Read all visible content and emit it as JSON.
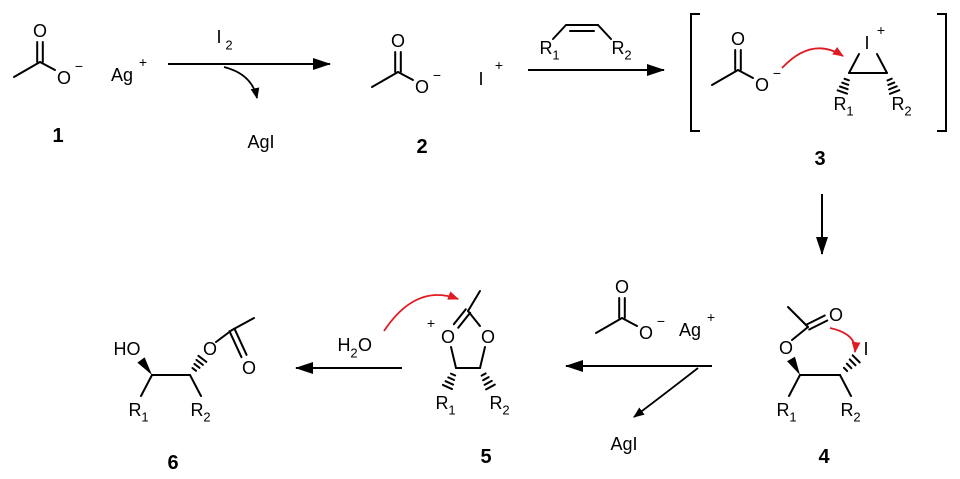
{
  "colors": {
    "bond": "#000000",
    "curved_arrow": "#e01b24"
  },
  "s1": {
    "carbonyl_o": "O",
    "ester_o": "O",
    "charge": "−",
    "cation": "Ag",
    "cation_charge": "+",
    "number": "1"
  },
  "step1": {
    "reagent_i": "I",
    "reagent_i_sub": "2",
    "byproduct": "AgI"
  },
  "s2": {
    "carbonyl_o": "O",
    "ester_o": "O",
    "charge": "−",
    "iodine": "I",
    "iodine_charge": "+",
    "number": "2"
  },
  "alkene": {
    "r1": "R",
    "r1_sub": "1",
    "r2": "R",
    "r2_sub": "2"
  },
  "s3": {
    "carbonyl_o": "O",
    "ester_o": "O",
    "charge": "−",
    "iodine": "I",
    "iodine_charge": "+",
    "r1": "R",
    "r1_sub": "1",
    "r2": "R",
    "r2_sub": "2",
    "number": "3"
  },
  "s4": {
    "carbonyl_o": "O",
    "ester_o": "O",
    "iodine": "I",
    "r1": "R",
    "r1_sub": "1",
    "r2": "R",
    "r2_sub": "2",
    "number": "4"
  },
  "step4": {
    "carbonyl_o": "O",
    "ester_o": "O",
    "charge": "−",
    "cation": "Ag",
    "cation_charge": "+",
    "byproduct": "AgI"
  },
  "s5": {
    "o_left": "O",
    "o_right": "O",
    "charge": "+",
    "r1": "R",
    "r1_sub": "1",
    "r2": "R",
    "r2_sub": "2",
    "number": "5"
  },
  "step5": {
    "h": "H",
    "h_sub": "2",
    "o": "O"
  },
  "s6": {
    "hydroxyl": "HO",
    "ester_o": "O",
    "carbonyl_o": "O",
    "r1": "R",
    "r1_sub": "1",
    "r2": "R",
    "r2_sub": "2",
    "number": "6"
  }
}
